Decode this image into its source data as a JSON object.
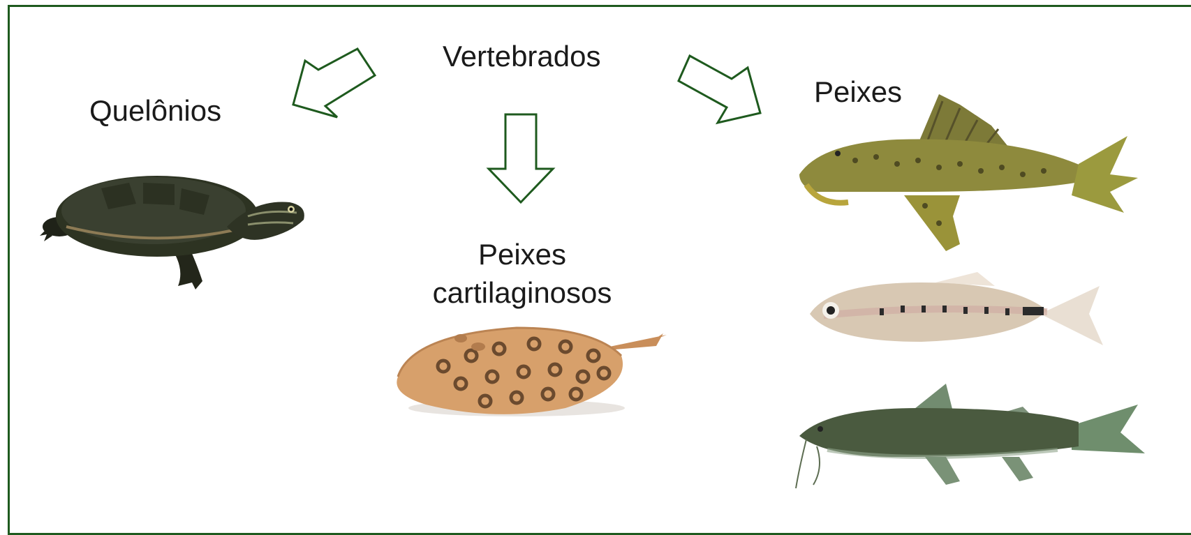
{
  "root_label": "Vertebrados",
  "branches": {
    "left": "Quelônios",
    "middle_line1": "Peixes",
    "middle_line2": "cartilaginosos",
    "right": "Peixes"
  },
  "colors": {
    "frame": "#1e5a1e",
    "arrow": "#1e5a1e",
    "text": "#1a1a1a"
  },
  "icons": [
    "turtle-icon",
    "stingray-icon",
    "pleco-fish-icon",
    "characin-fish-icon",
    "catfish-icon"
  ]
}
